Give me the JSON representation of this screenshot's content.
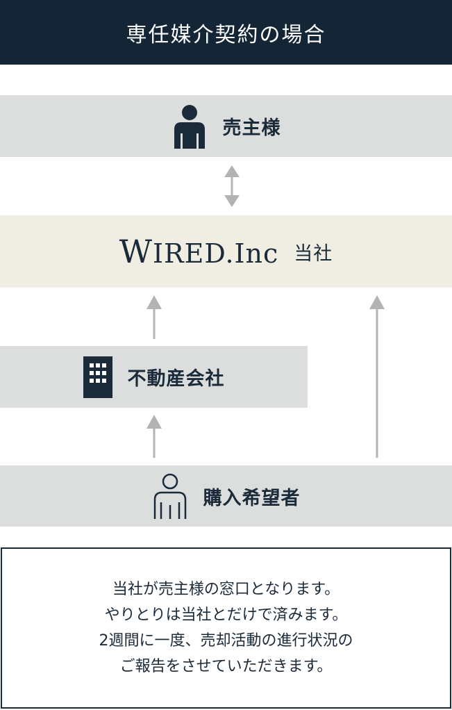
{
  "header": {
    "title": "専任媒介契約の場合"
  },
  "seller": {
    "label": "売主様",
    "icon": "person-solid-icon"
  },
  "wired": {
    "logo": "IRED.Inc",
    "logo_initial": "W",
    "suffix": "当社"
  },
  "agency": {
    "label": "不動産会社",
    "icon": "building-icon"
  },
  "buyer": {
    "label": "購入希望者",
    "icon": "person-outline-icon"
  },
  "note": {
    "lines": [
      "当社が売主様の窓口となります。",
      "やりとりは当社とだけで済みます。",
      "2週間に一度、売却活動の進行状況の",
      "ご報告をさせていただきます。"
    ]
  },
  "colors": {
    "navy": "#142636",
    "gray_band": "#dcdedd",
    "cream_band": "#f0eee2",
    "arrow": "#b3b3b3"
  }
}
